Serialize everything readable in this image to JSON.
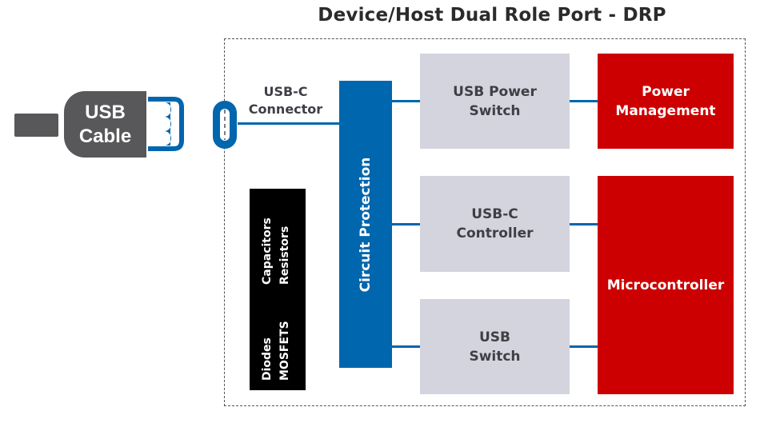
{
  "title": "Device/Host Dual Role Port - DRP",
  "colors": {
    "blue": "#0066ad",
    "red": "#cc0000",
    "gray_box": "#d3d4dd",
    "cable_gray": "#58585a",
    "passives_black": "#000000"
  },
  "usb_cable": {
    "line1": "USB",
    "line2": "Cable",
    "icon": "usb-plug-icon"
  },
  "connector": {
    "line1": "USB-C",
    "line2": "Connector",
    "icon": "usb-c-receptacle-icon"
  },
  "circuit_protection": {
    "label": "Circuit Protection"
  },
  "passives": {
    "col1": [
      "Capacitors",
      "Diodes"
    ],
    "col2": [
      "Resistors",
      "MOSFETS"
    ]
  },
  "blocks": {
    "usb_power_switch": {
      "line1": "USB Power",
      "line2": "Switch"
    },
    "usbc_controller": {
      "line1": "USB-C",
      "line2": "Controller"
    },
    "usb_switch": {
      "line1": "USB",
      "line2": "Switch"
    },
    "power_management": {
      "line1": "Power",
      "line2": "Management"
    },
    "microcontroller": {
      "label": "Microcontroller"
    }
  }
}
